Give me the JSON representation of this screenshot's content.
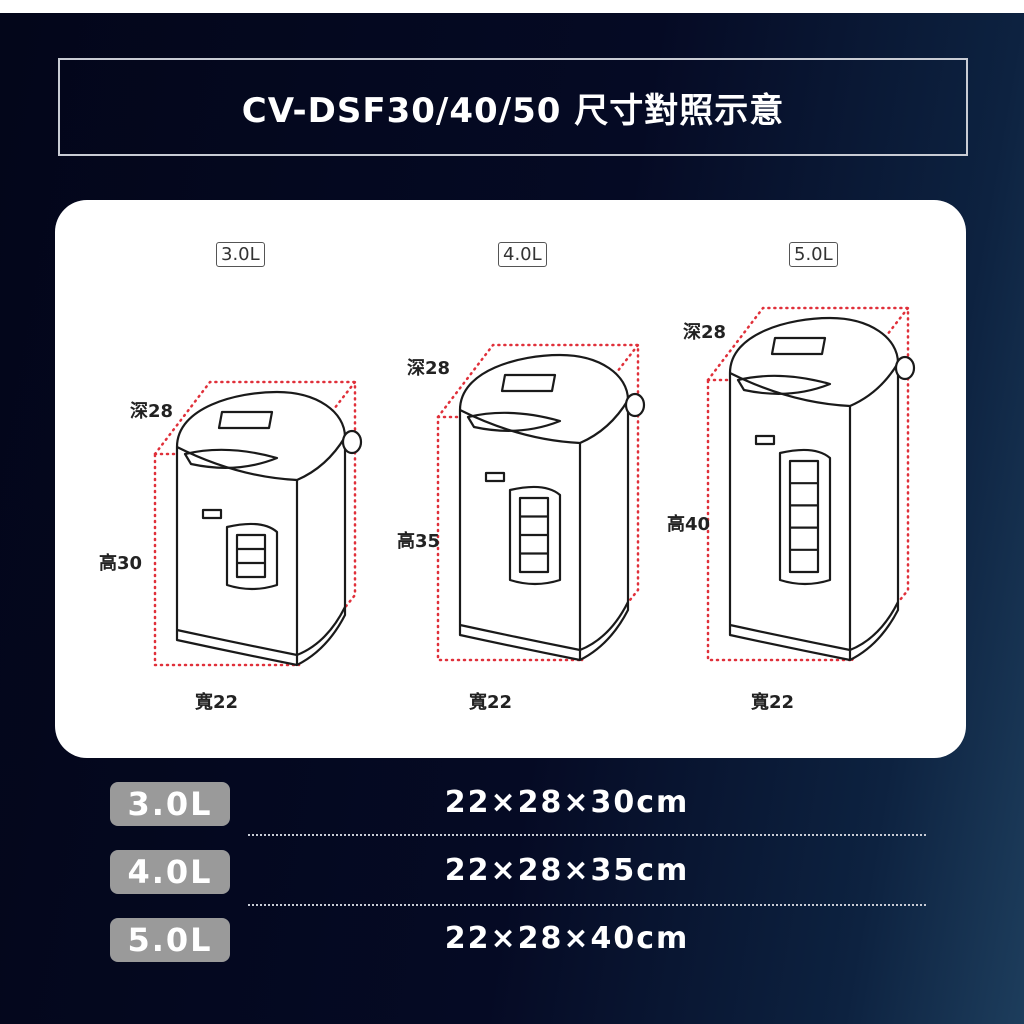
{
  "title": "CV-DSF30/40/50 尺寸對照示意",
  "models": [
    {
      "capacity": "3.0L",
      "depth_label": "深28",
      "height_label": "高30",
      "width_label": "寬22",
      "dims": "22×28×30cm",
      "buttons": 3
    },
    {
      "capacity": "4.0L",
      "depth_label": "深28",
      "height_label": "高35",
      "width_label": "寬22",
      "dims": "22×28×35cm",
      "buttons": 4
    },
    {
      "capacity": "5.0L",
      "depth_label": "深28",
      "height_label": "高40",
      "width_label": "寬22",
      "dims": "22×28×40cm",
      "buttons": 5
    }
  ],
  "colors": {
    "dotted_box": "#e0303a",
    "badge": "#9a9a9a"
  }
}
